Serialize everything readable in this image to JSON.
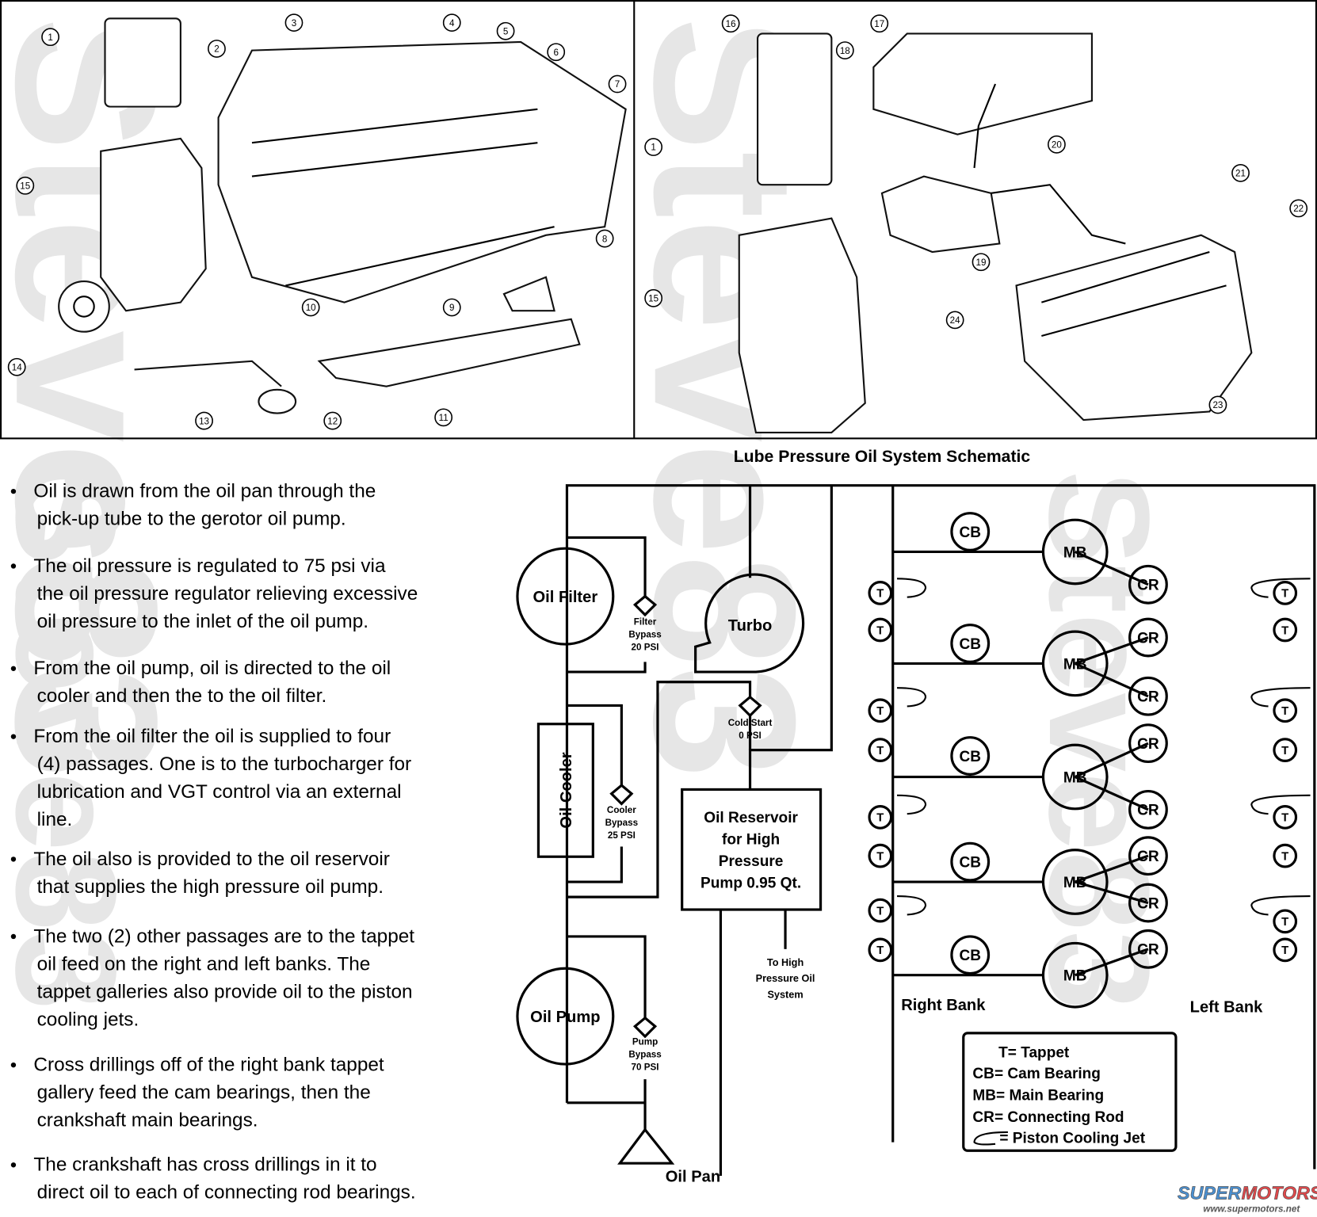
{
  "watermark": "Steve83",
  "top_left_callouts": [
    "1",
    "2",
    "3",
    "4",
    "5",
    "6",
    "7",
    "8",
    "9",
    "10",
    "11",
    "12",
    "13",
    "14",
    "15"
  ],
  "top_right_callouts": [
    "16",
    "17",
    "18",
    "1",
    "20",
    "21",
    "22",
    "19",
    "15",
    "24",
    "23"
  ],
  "schematic": {
    "title": "Lube Pressure Oil System Schematic",
    "oil_filter": "Oil Filter",
    "filter_bypass": [
      "Filter",
      "Bypass",
      "20 PSI"
    ],
    "turbo": "Turbo",
    "oil_cooler": "Oil Cooler",
    "cooler_bypass": [
      "Cooler",
      "Bypass",
      "25 PSI"
    ],
    "cold_start": [
      "Cold Start",
      "0 PSI"
    ],
    "reservoir": [
      "Oil Reservoir",
      "for High",
      "Pressure",
      "Pump 0.95 Qt."
    ],
    "to_high_pressure": [
      "To High",
      "Pressure Oil",
      "System"
    ],
    "oil_pump": "Oil Pump",
    "pump_bypass": [
      "Pump",
      "Bypass",
      "70 PSI"
    ],
    "oil_pan": "Oil Pan",
    "right_bank": "Right Bank",
    "left_bank": "Left Bank",
    "cb": "CB",
    "mb": "MB",
    "cr": "CR",
    "t": "T",
    "legend": [
      "T= Tappet",
      "CB= Cam Bearing",
      "MB= Main Bearing",
      "CR= Connecting Rod",
      "= Piston Cooling Jet"
    ]
  },
  "bullets": [
    {
      "lines": [
        "Oil is drawn from the oil pan through the",
        "pick-up tube to the gerotor oil pump."
      ]
    },
    {
      "lines": [
        "The oil pressure is regulated to 75 psi via",
        "the oil pressure regulator relieving excessive",
        "oil pressure to the inlet of the oil pump."
      ]
    },
    {
      "lines": [
        "From the oil pump, oil is directed to the oil",
        "cooler and then the to the oil filter."
      ]
    },
    {
      "lines": [
        "From the oil filter the oil is supplied to four",
        "(4) passages. One is to the turbocharger for",
        "lubrication and VGT control via an external",
        "line."
      ]
    },
    {
      "lines": [
        "The oil also is provided to the oil reservoir",
        "that supplies the high pressure oil pump."
      ]
    },
    {
      "lines": [
        "The two (2) other passages are to the tappet",
        "oil feed on the right and left banks. The",
        "tappet galleries also provide oil to the piston",
        "cooling jets."
      ]
    },
    {
      "lines": [
        "Cross drillings off of the right bank tappet",
        "gallery feed the cam bearings, then the",
        "crankshaft main bearings."
      ]
    },
    {
      "lines": [
        "The crankshaft has cross drillings in it to",
        "direct oil to each of connecting rod bearings."
      ]
    }
  ],
  "logo": {
    "name": "SUPERMOTORS",
    "url": "www.supermotors.net",
    "colors": {
      "super": "#4a8fd0",
      "motors": "#e0484a"
    }
  }
}
